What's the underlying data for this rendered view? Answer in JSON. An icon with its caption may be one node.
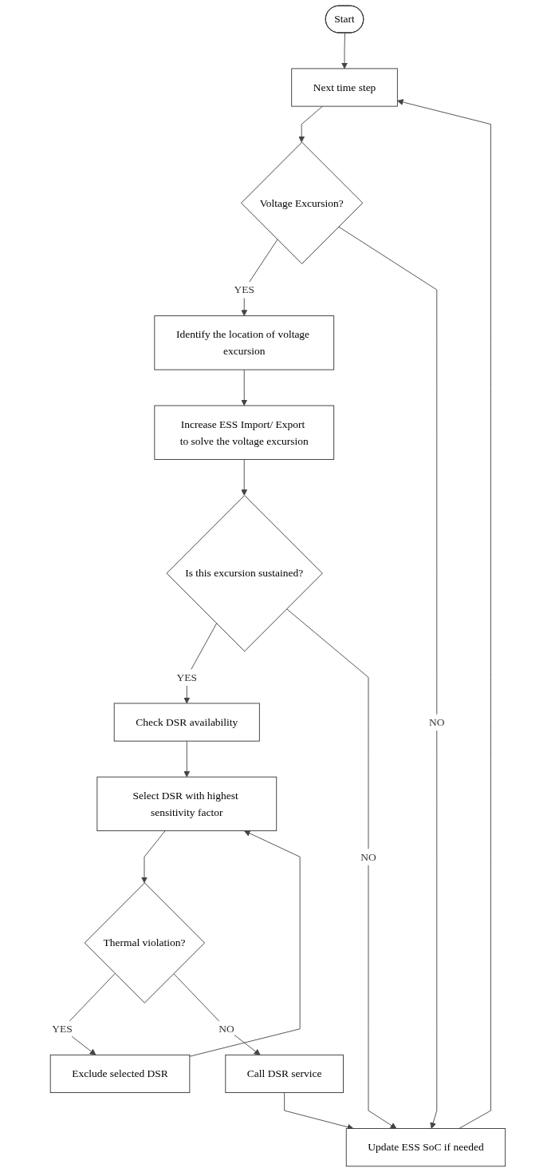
{
  "diagram": {
    "nodes": [
      {
        "text": [
          "Start"
        ]
      },
      {
        "text": [
          "Next time step"
        ]
      },
      {
        "text": [
          "Voltage Excursion?"
        ]
      },
      {
        "text": [
          "Identify the location of voltage excursion"
        ]
      },
      {
        "text": [
          "Increase ESS Import/ Export to solve the voltage excursion"
        ]
      },
      {
        "text": [
          "Is this excursion sustained?"
        ]
      },
      {
        "text": [
          "Check DSR availability"
        ]
      },
      {
        "text": [
          "Exclude selected DSR"
        ]
      },
      {
        "text": [
          "Select DSR with highest sensitivity factor"
        ]
      },
      {
        "text": [
          "Thermal violation?"
        ]
      },
      {
        "text": [
          "Call DSR service"
        ]
      },
      {
        "text": [
          "Update ESS SoC if needed"
        ]
      }
    ],
    "edges": [
      {
        "from": 0,
        "to": 1,
        "arrow": "to"
      },
      {
        "from": 1,
        "to": 2,
        "arrow": "to"
      },
      {
        "from": 2,
        "to": 3,
        "arrow": "to",
        "label": "YES"
      },
      {
        "from": 3,
        "to": 4,
        "arrow": "to"
      },
      {
        "from": 4,
        "to": 5,
        "arrow": "to"
      },
      {
        "from": 5,
        "to": 6,
        "arrow": "to",
        "label": "YES"
      },
      {
        "from": 6,
        "to": 8,
        "arrow": "to"
      },
      {
        "from": 7,
        "to": 8,
        "arrow": "to"
      },
      {
        "from": 8,
        "to": 9,
        "arrow": "to"
      },
      {
        "from": 9,
        "to": 7,
        "arrow": "to",
        "label": "YES"
      },
      {
        "from": 9,
        "to": 10,
        "arrow": "to",
        "label": "NO"
      },
      {
        "from": 2,
        "to": 11,
        "arrow": "to",
        "label": "NO"
      },
      {
        "from": 5,
        "to": 11,
        "arrow": "to",
        "label": "NO"
      },
      {
        "from": 10,
        "to": 11,
        "arrow": "to"
      },
      {
        "from": 11,
        "to": 1,
        "arrow": "to"
      }
    ]
  }
}
